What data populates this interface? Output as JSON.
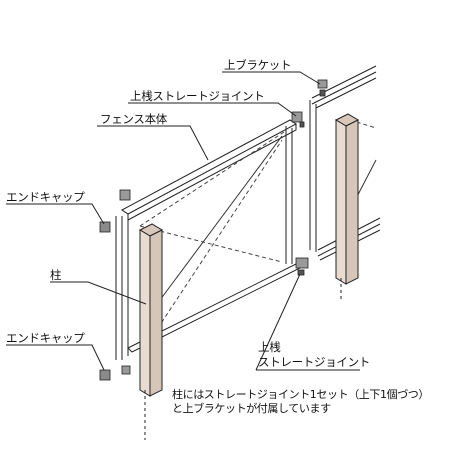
{
  "labels": {
    "upper_bracket": "上ブラケット",
    "upper_rail_joint_top": "上桟ストレートジョイント",
    "fence_body": "フェンス本体",
    "end_cap_top": "エンドキャップ",
    "post": "柱",
    "end_cap_bottom": "エンドキャップ",
    "upper_rail_joint_mid_line1": "上桟",
    "upper_rail_joint_mid_line2": "ストレートジョイント"
  },
  "note": {
    "line1": "柱にはストレートジョイント1セット（上下1個づつ）",
    "line2": "と上ブラケットが付属しています"
  },
  "colors": {
    "post_fill": "#e8dcd2",
    "line": "#222222",
    "part_fill": "#9a9a9a",
    "part_dark": "#555555"
  }
}
